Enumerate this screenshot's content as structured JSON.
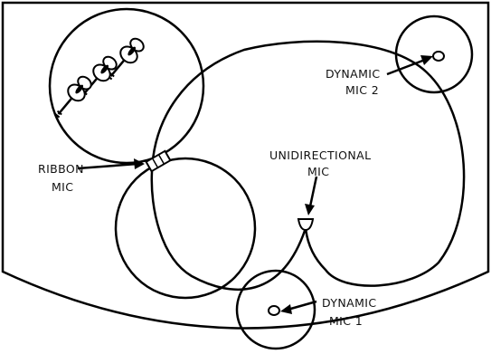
{
  "labels": {
    "ribbon_mic": [
      "RIBBON",
      "MIC"
    ],
    "unidirectional_mic": [
      "UNIDIRECTIONAL",
      "MIC"
    ],
    "dynamic_mic_2": [
      "DYNAMIC",
      "MIC 2"
    ],
    "dynamic_mic_1": [
      "DYNAMIC",
      "MIC 1"
    ]
  },
  "colors": {
    "line": "#000000",
    "background": "#ffffff"
  }
}
